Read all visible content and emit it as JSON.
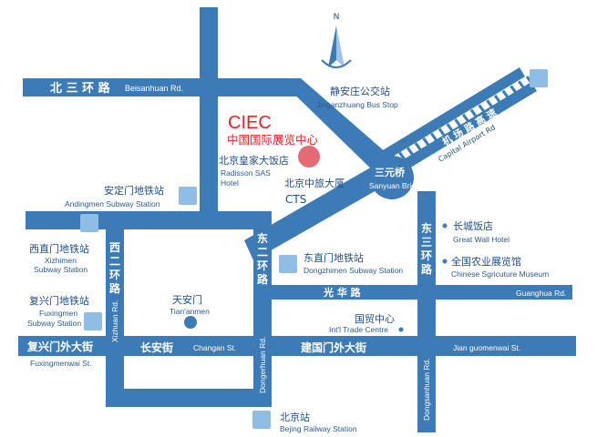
{
  "compass": {
    "label": "N"
  },
  "venue": {
    "abbr": "CIEC",
    "name_cn": "中国国际展览中心",
    "color": "#e8202a"
  },
  "roads": {
    "beisanhuan_cn": "北 三 环 路",
    "beisanhuan_en": "Beisanhuan Rd.",
    "airport_cn": "机 场 路 高 速",
    "airport_en": "Capital Airport Rd",
    "xierhuan_cn": "西二环路",
    "xierhuan_en": "Xizhuan Rd.",
    "dongerhuan_cn": "东二环路",
    "dongerhuan_en": "Dongerhuan Rd.",
    "dongsanhuan_cn": "东三环路",
    "dongsanhuan_en": "Dongsanhuan Rd.",
    "guanghua_cn": "光 华 路",
    "guanghua_en": "Guanghua Rd.",
    "changan_cn": "长安街",
    "changan_en": "Changan St.",
    "fuxingmenwai_cn": "复兴门外大街",
    "fuxingmenwai_en": "Fuxingmenwai St.",
    "jianguomenwai_cn": "建国门外大街",
    "jianguomenwai_en": "Jian guomenwai St."
  },
  "places": {
    "jinganzhuang_cn": "静安庄公交站",
    "jinganzhuang_en": "Jinganzhuang Bus Stop",
    "radisson_cn": "北京皇家大饭店",
    "radisson_en1": "Radisson SAS",
    "radisson_en2": "Hotel",
    "cts_cn": "北京中旅大厦",
    "cts_en": "CTS",
    "sanyuan_cn": "三元桥",
    "sanyuan_en": "Sanyuan Bridge",
    "greatwall_cn": "长城饭店",
    "greatwall_en": "Great Wall Hotel",
    "agri_cn": "全国农业展览馆",
    "agri_en": "Chinese Sgricuture Museum",
    "andingmen_cn": "安定门地铁站",
    "andingmen_en": "Andingmen Subway Station",
    "xizhimen_cn": "西直门地铁站",
    "xizhimen_en1": "Xizhimen",
    "xizhimen_en2": "Subway Station",
    "dongzhimen_cn": "东直门地铁站",
    "dongzhimen_en": "Dongzhimen Subway Station",
    "fuxingmen_cn": "复兴门地铁站",
    "fuxingmen_en1": "Fuxingmen",
    "fuxingmen_en2": "Subway Station",
    "tiananmen_cn": "天安门",
    "tiananmen_en": "Tian'anmen",
    "itc_cn": "国贸中心",
    "itc_en": "Int'l Trade Centre",
    "railway_cn": "北京站",
    "railway_en": "Bejing Railway Station"
  },
  "colors": {
    "road": "#3c7bb6",
    "station": "#8fbde6",
    "text_dark": "#1f4e85"
  }
}
